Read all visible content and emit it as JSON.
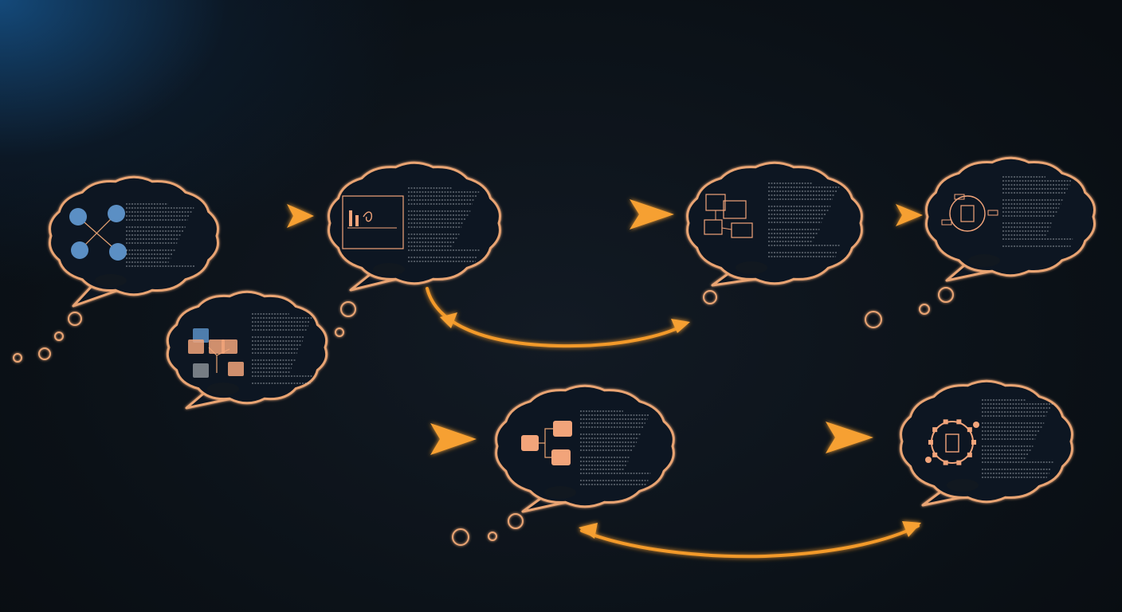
{
  "theme": {
    "accent": "#f39a2b",
    "bubble_stroke": "#e9a473",
    "bubble_fill": "#111820",
    "icon_orange": "#f2a47a",
    "icon_blue": "#5b8fc4",
    "icon_gray": "#8a8f95",
    "text_line": "#c9d1d8"
  },
  "bubbles": [
    {
      "id": "bubble-1",
      "icon": "network-nodes-icon"
    },
    {
      "id": "bubble-2",
      "icon": "document-chart-icon"
    },
    {
      "id": "bubble-3",
      "icon": "node-grid-icon"
    },
    {
      "id": "bubble-4",
      "icon": "flowchart-boxes-icon"
    },
    {
      "id": "bubble-5",
      "icon": "flow-steps-icon"
    },
    {
      "id": "bubble-6",
      "icon": "hub-cog-icon"
    },
    {
      "id": "bubble-7",
      "icon": "gear-circuit-icon"
    }
  ],
  "connections": [
    {
      "id": "arrow-1-2",
      "from": "bubble-1",
      "to": "bubble-2",
      "type": "straight"
    },
    {
      "id": "arrow-2-4",
      "from": "bubble-2",
      "to": "bubble-4",
      "type": "straight"
    },
    {
      "id": "arrow-4-6",
      "from": "bubble-4",
      "to": "bubble-6",
      "type": "straight"
    },
    {
      "id": "loop-4-2",
      "from": "bubble-4",
      "to": "bubble-2",
      "type": "curved-bidirectional"
    },
    {
      "id": "arrow-3-5",
      "from": "bubble-3",
      "to": "bubble-5",
      "type": "straight"
    },
    {
      "id": "arrow-5-7",
      "from": "bubble-5",
      "to": "bubble-7",
      "type": "straight"
    },
    {
      "id": "loop-7-5",
      "from": "bubble-7",
      "to": "bubble-5",
      "type": "curved-bidirectional"
    }
  ]
}
